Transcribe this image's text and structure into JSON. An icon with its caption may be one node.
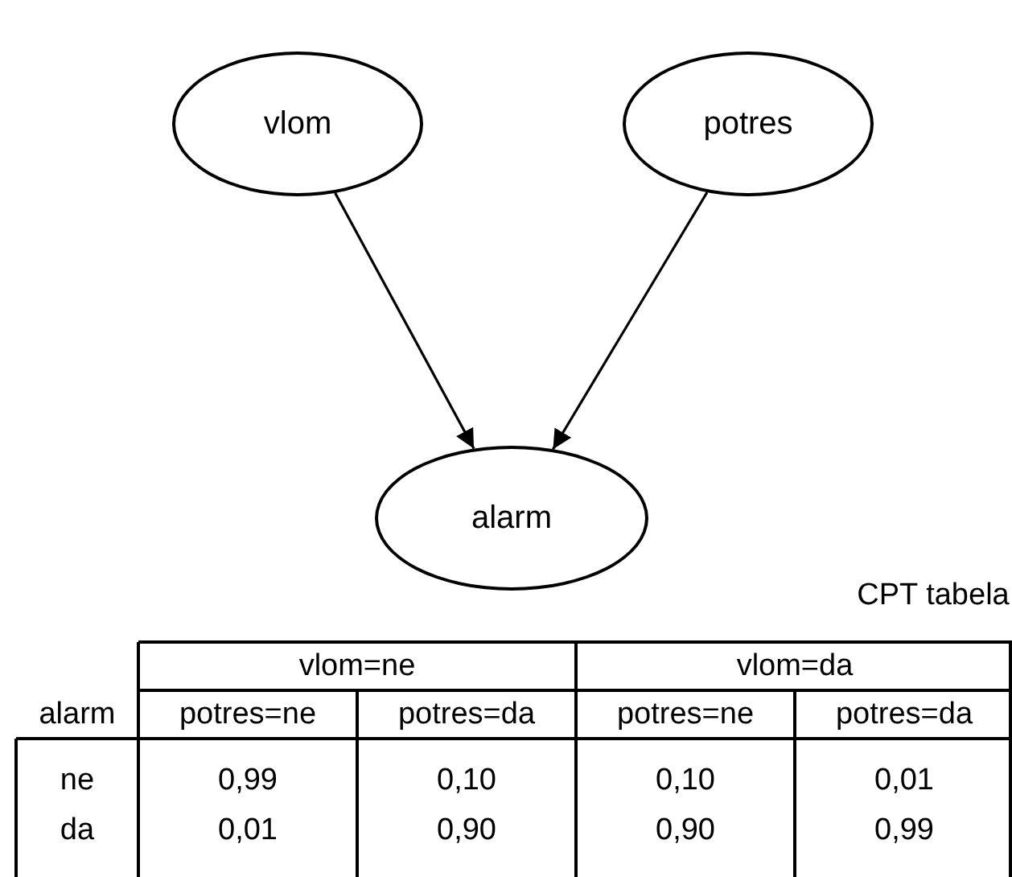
{
  "diagram": {
    "nodes": [
      {
        "text": [
          "vlom"
        ]
      },
      {
        "text": [
          "potres"
        ]
      },
      {
        "text": [
          "alarm"
        ]
      }
    ],
    "edges": [
      {
        "from": 0,
        "to": 2,
        "arrow": "to"
      },
      {
        "from": 1,
        "to": 2,
        "arrow": "to"
      }
    ],
    "labels": [
      "CPT tabela",
      "vlom=ne",
      "vlom=da",
      "alarm",
      "potres=ne",
      "potres=da",
      "potres=ne",
      "potres=da",
      "ne",
      "0,99",
      "0,10",
      "0,10",
      "0,01",
      "da",
      "0,01",
      "0,90",
      "0,90",
      "0,99"
    ]
  }
}
